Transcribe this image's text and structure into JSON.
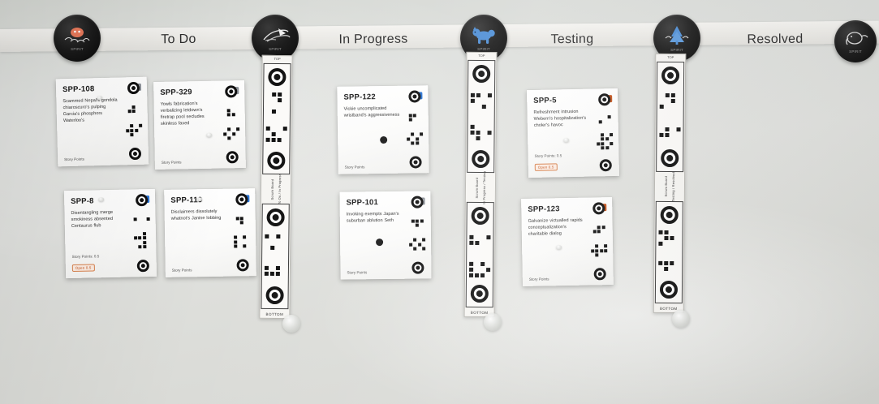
{
  "board": {
    "surface": "whiteboard",
    "background_color": "#dcdedb",
    "tape_color": "#efeeea"
  },
  "columns": [
    {
      "id": "todo",
      "label": "To Do",
      "badge_glyph": "octopus-logo",
      "badge_brand": "SPIRIT"
    },
    {
      "id": "inprogress",
      "label": "In Progress",
      "badge_glyph": "squid-logo",
      "badge_brand": "SPIRIT"
    },
    {
      "id": "testing",
      "label": "Testing",
      "badge_glyph": "dog-logo",
      "badge_brand": "SPIRIT"
    },
    {
      "id": "resolved",
      "label": "Resolved",
      "badge_glyph": "tree-logo",
      "badge_brand": "SPIRIT"
    }
  ],
  "edge_badge": {
    "glyph": "elephant-logo",
    "brand": "SPIRIT"
  },
  "cards": [
    {
      "key": "SPP-108",
      "summary": "Scammed Nepal's gondola chiaroscuro's pulping Garcia's phosphors Waterloo's",
      "type": "task",
      "type_icon": "task-square-icon",
      "points_label": "Story Points",
      "badge": null,
      "column": "todo",
      "row": "top"
    },
    {
      "key": "SPP-329",
      "summary": "Yowls fabrication's verbalizing letdown's firetrap pool secludes skinless faxed",
      "type": "task",
      "type_icon": "task-square-icon",
      "points_label": "Story Points",
      "badge": null,
      "column": "todo",
      "row": "top"
    },
    {
      "key": "SPP-8",
      "summary": "Disentangling merge smokiness absented Centaurus flub",
      "type": "story",
      "type_icon": "story-check-icon",
      "points_label": "Story Points: 0.5",
      "badge": "Open 0.5",
      "column": "todo",
      "row": "bottom"
    },
    {
      "key": "SPP-110",
      "summary": "Disclaimers dissolutely whatnot's Janine lobbing",
      "type": "story",
      "type_icon": "story-check-icon",
      "points_label": "Story Points",
      "badge": null,
      "column": "todo",
      "row": "bottom"
    },
    {
      "key": "SPP-122",
      "summary": "Vickie uncomplicated wristband's aggressiveness",
      "type": "story",
      "type_icon": "story-arrow-icon",
      "points_label": "Story Points",
      "badge": null,
      "column": "inprogress",
      "row": "top"
    },
    {
      "key": "SPP-101",
      "summary": "Invoking exempts Japan's suburban ablution Seth",
      "type": "task",
      "type_icon": "task-square-icon",
      "points_label": "Story Points",
      "badge": null,
      "column": "inprogress",
      "row": "bottom"
    },
    {
      "key": "SPP-5",
      "summary": "Refreshment intrusion Webern's hospitalization's choler's havoc",
      "type": "bug",
      "type_icon": "bug-square-icon",
      "points_label": "Story Points: 0.5",
      "badge": "Open 0.5",
      "column": "testing",
      "row": "top"
    },
    {
      "key": "SPP-123",
      "summary": "Galvanize victualled rapids conceptualization's charitable dialog",
      "type": "bug",
      "type_icon": "bug-square-icon",
      "points_label": "Story Points",
      "badge": null,
      "column": "testing",
      "row": "bottom"
    }
  ],
  "strips": [
    {
      "id": "strip-todo-inprogress",
      "top_label": "TOP",
      "mid_label_a": "Scrum Board",
      "mid_label_b": "To Do / In Progress",
      "bottom_label": "BOTTOM"
    },
    {
      "id": "strip-inprogress-testing",
      "top_label": "TOP",
      "mid_label_a": "Scrum Board",
      "mid_label_b": "In Progress / Testing",
      "bottom_label": "BOTTOM"
    },
    {
      "id": "strip-testing-resolved",
      "top_label": "TOP",
      "mid_label_a": "Scrum Board",
      "mid_label_b": "Testing / Resolved",
      "bottom_label": "BOTTOM"
    }
  ]
}
